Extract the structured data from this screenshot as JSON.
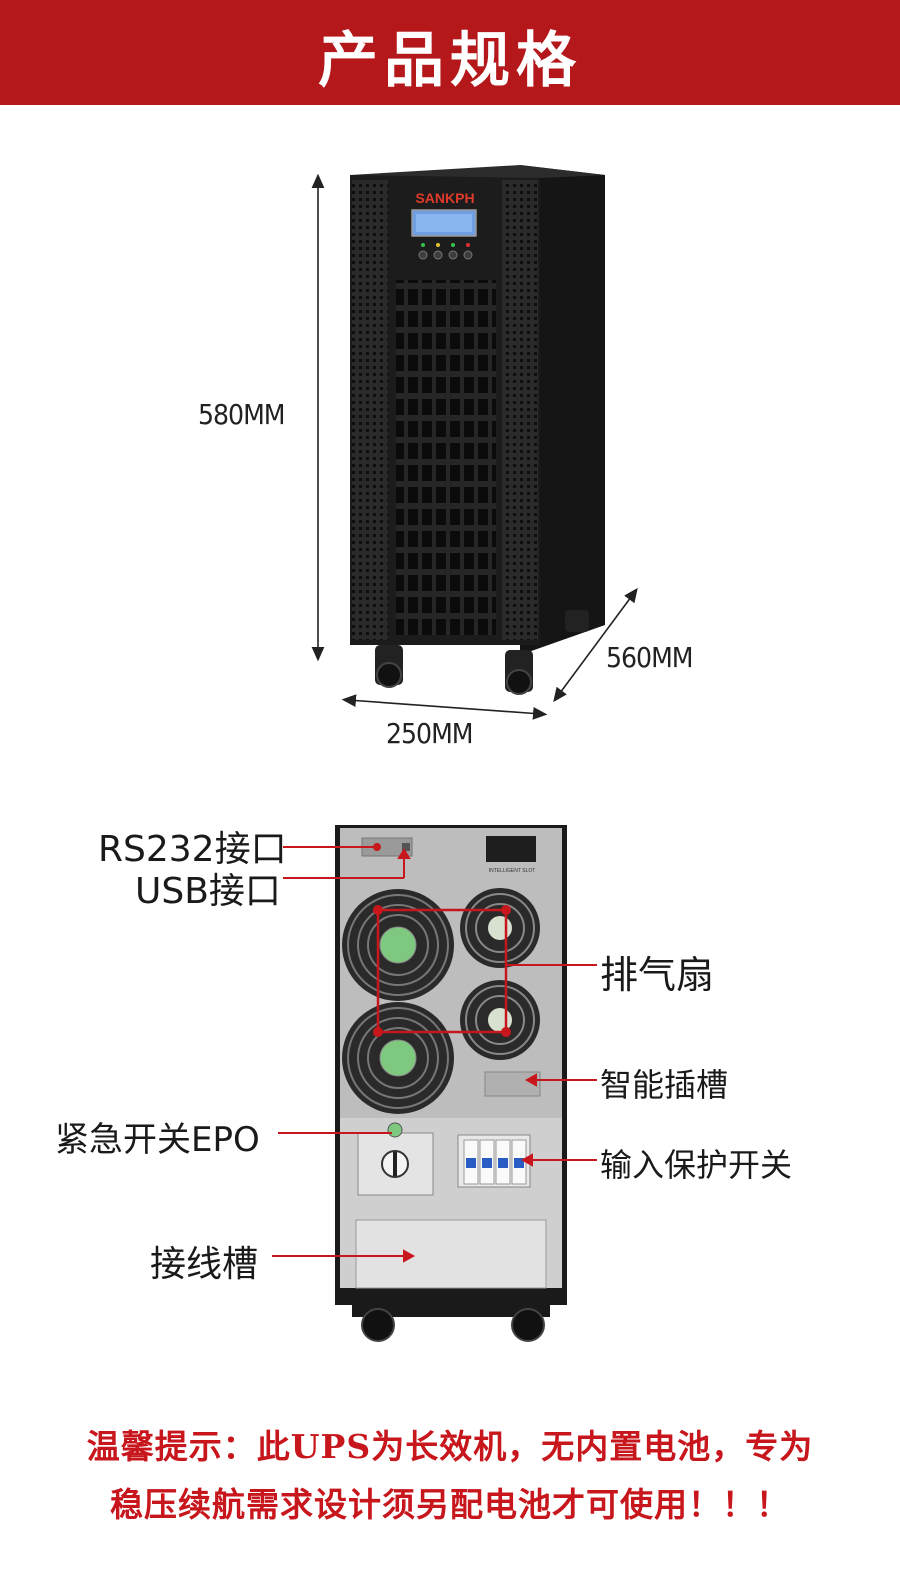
{
  "header": {
    "title": "产品规格"
  },
  "product": {
    "brand": "SANKPH",
    "dimensions": {
      "height": "580MM",
      "depth": "560MM",
      "width": "250MM"
    }
  },
  "rear_panel": {
    "callouts": {
      "rs232": "RS232接口",
      "usb": "USB接口",
      "exhaust_fan": "排气扇",
      "smart_slot": "智能插槽",
      "epo": "紧急开关EPO",
      "input_switch": "输入保护开关",
      "wiring_slot": "接线槽"
    }
  },
  "notice": {
    "line1": "温馨提示：此UPS为长效机，无内置电池，专为",
    "line2": "稳压续航需求设计须另配电池才可使用！！！"
  },
  "colors": {
    "header_bg": "#b4181b",
    "callout_line": "#c8161d",
    "notice_text": "#c8161d",
    "cabinet": "#1c1c1c"
  }
}
